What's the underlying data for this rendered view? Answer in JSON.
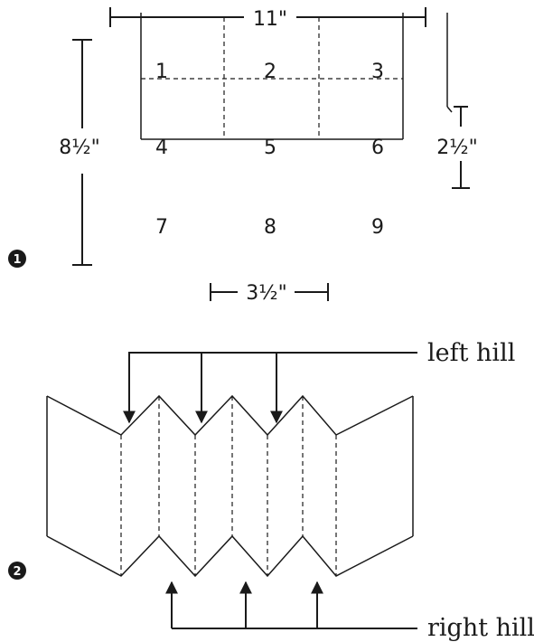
{
  "figure1": {
    "step_number": "1",
    "width_label": "11\"",
    "height_label": "8½\"",
    "cut_length_label": "2½\"",
    "panel_width_label": "3½\"",
    "panel_numbers": [
      "1",
      "2",
      "3",
      "4",
      "5",
      "6",
      "7",
      "8",
      "9"
    ]
  },
  "figure2": {
    "step_number": "2",
    "left_label": "left hill",
    "right_label": "right hill"
  }
}
